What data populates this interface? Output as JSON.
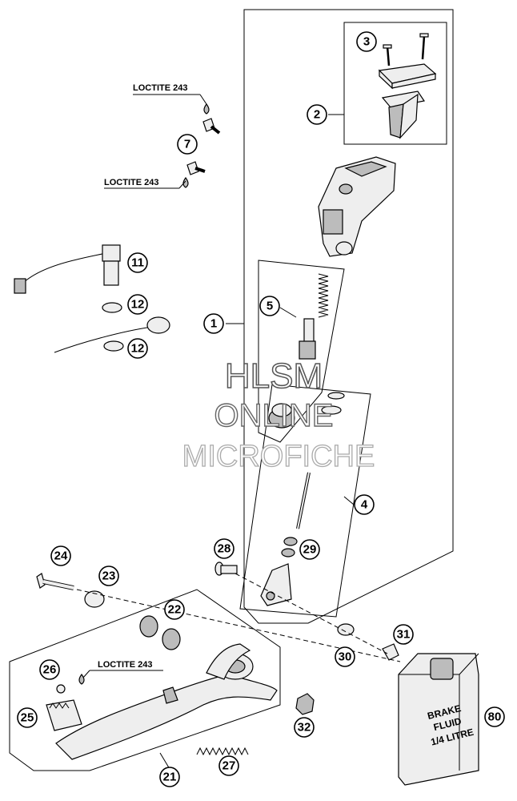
{
  "diagram": {
    "callouts": {
      "c1": "1",
      "c2": "2",
      "c3": "3",
      "c4": "4",
      "c5": "5",
      "c7": "7",
      "c11": "11",
      "c12a": "12",
      "c12b": "12",
      "c21": "21",
      "c22": "22",
      "c23": "23",
      "c24": "24",
      "c25": "25",
      "c26": "26",
      "c27": "27",
      "c28": "28",
      "c29": "29",
      "c30": "30",
      "c31": "31",
      "c32": "32",
      "c80": "80"
    },
    "loctite": {
      "label_a": "LOCTITE 243",
      "label_b": "LOCTITE 243",
      "label_c": "LOCTITE 243"
    },
    "brake_fluid_label": [
      "BRAKE",
      "FLUID",
      "1/4 LITRE"
    ],
    "watermark": {
      "line1": "HLSM",
      "line2": "ONLINE",
      "line3": "MICROFICHE"
    }
  }
}
